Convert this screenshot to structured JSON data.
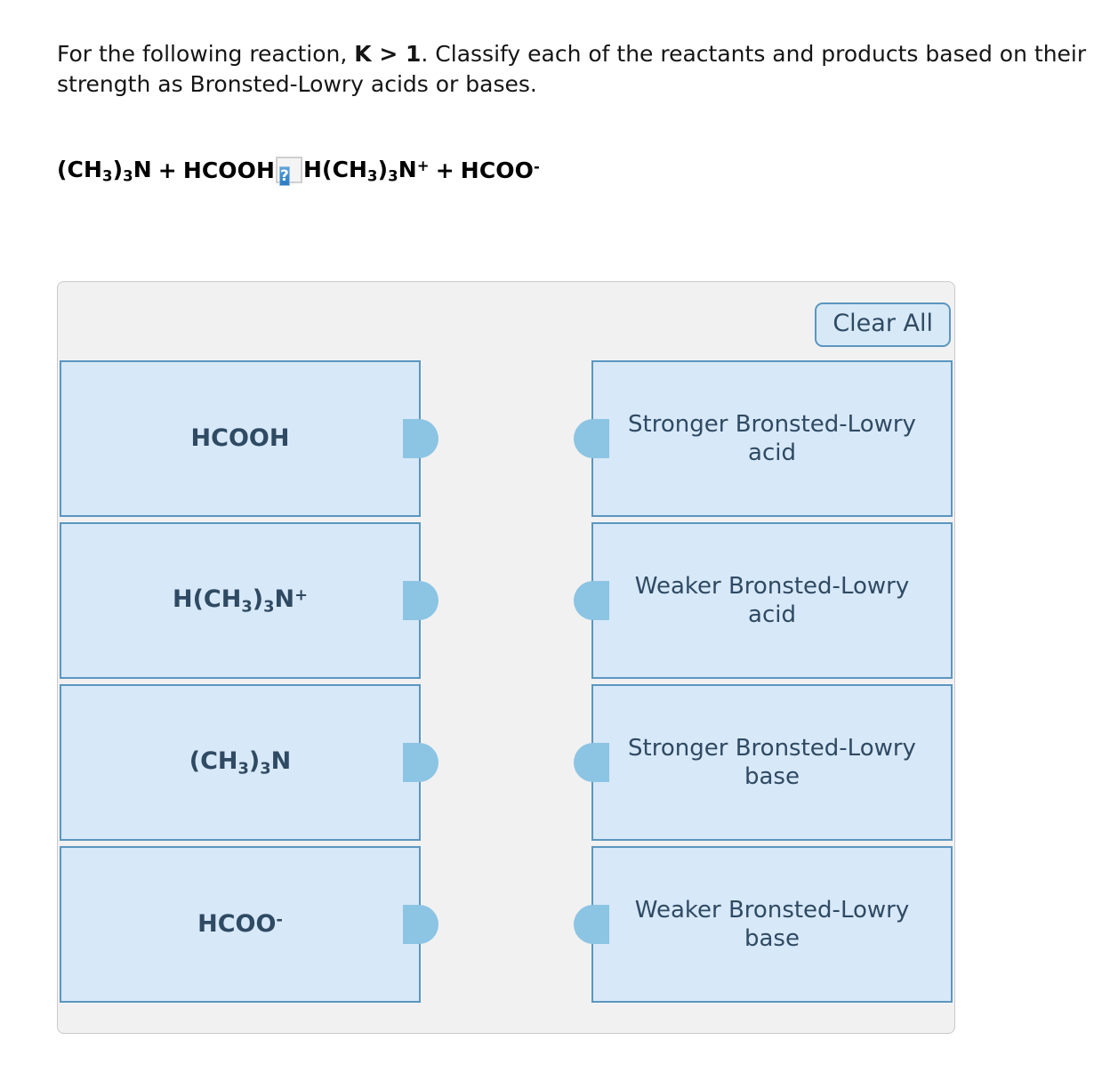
{
  "prompt": {
    "line1_before_bold": "For the following reaction, ",
    "bold_condition": "K > 1",
    "line1_after_bold": ". Classify each of the reactants and products based on their strength as Bronsted-Lowry acids or bases."
  },
  "equation": {
    "reactant_1": "(CH3)3N",
    "plus_1": "+",
    "reactant_2": "HCOOH",
    "arrow_placeholder": "?",
    "product_1": "H(CH3)3N+",
    "plus_2": "+",
    "product_2": "HCOO-",
    "arrow_icon_name": "broken-image-question-icon"
  },
  "panel": {
    "clear_all_label": "Clear All",
    "left_items": [
      {
        "label": "HCOOH"
      },
      {
        "label": "H(CH3)3N+"
      },
      {
        "label": "(CH3)3N"
      },
      {
        "label": "HCOO-"
      }
    ],
    "right_items": [
      {
        "label": "Stronger Bronsted-Lowry acid"
      },
      {
        "label": "Weaker Bronsted-Lowry acid"
      },
      {
        "label": "Stronger Bronsted-Lowry base"
      },
      {
        "label": "Weaker Bronsted-Lowry base"
      }
    ]
  },
  "colors": {
    "tile_fill": "#d7e8f8",
    "tile_border": "#5b96c0",
    "tile_text": "#2f4a63",
    "nub": "#8cc4e3",
    "panel_bg": "#f1f1f1",
    "panel_border": "#c9c9cf",
    "button_fill": "#d7e9f7",
    "placeholder_blue": "#3d8ccd"
  }
}
